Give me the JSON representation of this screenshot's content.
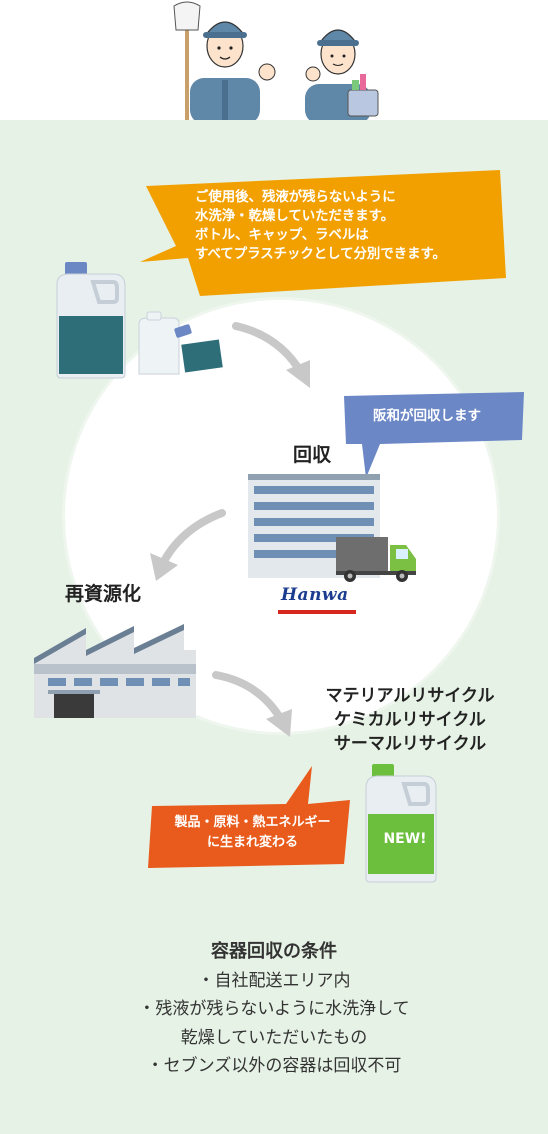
{
  "bubbles": {
    "usage": [
      "ご使用後、残液が残らないように",
      "水洗浄・乾燥していただきます。",
      "ボトル、キャップ、ラベルは",
      "すべてプラスチックとして分別できます。"
    ],
    "collect": "阪和が回収します",
    "reborn": [
      "製品・原料・熱エネルギー",
      "に生まれ変わる"
    ]
  },
  "steps": {
    "collect": "回収",
    "recycle": "再資源化",
    "recycle_types": [
      "マテリアルリサイクル",
      "ケミカルリサイクル",
      "サーマルリサイクル"
    ]
  },
  "brand": "Hanwa",
  "new_badge": "NEW!",
  "conditions": {
    "title": "容器回収の条件",
    "items": [
      "・自社配送エリア内",
      "・残液が残らないように水洗浄して",
      "乾燥していただいたもの",
      "・セブンズ以外の容器は回収不可"
    ]
  },
  "colors": {
    "panel_bg": "#e6f2e6",
    "orange": "#f2a000",
    "blue": "#6b87c6",
    "red": "#e85b1c",
    "bottle_teal": "#2d6e78",
    "new_green": "#6cbf3c",
    "arrow_gray": "#c8c8c8"
  },
  "icons": [
    "workers-illustration",
    "empty-bottles-icon",
    "building-icon",
    "truck-icon",
    "factory-icon",
    "new-bottle-icon"
  ]
}
